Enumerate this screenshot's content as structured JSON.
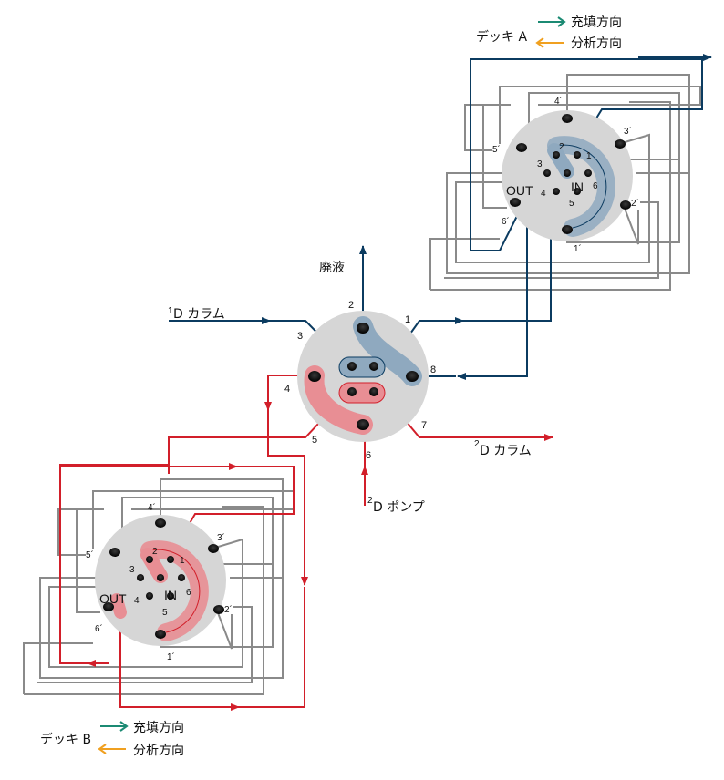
{
  "deck_a": {
    "title": "デッキ A",
    "legend_fill": "充填方向",
    "legend_analysis": "分析方向",
    "ports": {
      "p1": "1",
      "p2": "2",
      "p3": "3",
      "p4": "4",
      "p5": "5",
      "p6": "6",
      "q1": "1´",
      "q2": "2´",
      "q3": "3´",
      "q4": "4´",
      "q5": "5´",
      "q6": "6´"
    },
    "out_label": "OUT",
    "in_label": "IN"
  },
  "deck_b": {
    "title": "デッキ B",
    "legend_fill": "充填方向",
    "legend_analysis": "分析方向",
    "ports": {
      "p1": "1",
      "p2": "2",
      "p3": "3",
      "p4": "4",
      "p5": "5",
      "p6": "6",
      "q1": "1´",
      "q2": "2´",
      "q3": "3´",
      "q4": "4´",
      "q5": "5´",
      "q6": "6´"
    },
    "out_label": "OUT",
    "in_label": "IN"
  },
  "center_valve": {
    "ports": {
      "p1": "1",
      "p2": "2",
      "p3": "3",
      "p4": "4",
      "p5": "5",
      "p6": "6",
      "p7": "7",
      "p8": "8"
    },
    "waste": "廃液",
    "first_d_sup": "1",
    "first_d_label": "D カラム",
    "second_d_sup": "2",
    "second_d_column": "D カラム",
    "second_d_pump": "D ポンプ"
  },
  "colors": {
    "blue": "#0b3b60",
    "red": "#d21f2a",
    "fill_arrow": "#1b8a73",
    "analysis_arrow": "#f0a020",
    "gray_line": "#8a8a8a",
    "disc": "#d6d6d6"
  }
}
